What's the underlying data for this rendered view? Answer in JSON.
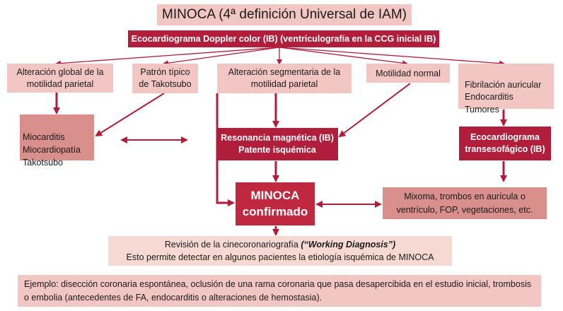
{
  "title": "MINOCA (4ª definición Universal de IAM)",
  "header_box": "Ecocardiograma Doppler color (IB) (ventriculografía en la CCG inicial IB)",
  "row1": [
    {
      "text": "Alteración global de la\nmotilidad parietal"
    },
    {
      "text": "Patrón típico\nde Takotsubo"
    },
    {
      "text": "Alteración segmentaria de la\nmotilidad parietal"
    },
    {
      "text": "Motilidad normal"
    },
    {
      "text": "Fibrilación auricular\nEndocarditis\nTumores"
    }
  ],
  "miocarditis_box": "Miocarditis\nMiocardiopatía\nTakotsubo",
  "resonancia_box": "Resonancia magnética (IB)\nPatente isquémica",
  "eco_te_box": "Ecocardiograma\ntransesofágico (IB)",
  "minoca_box": "MINOCA\nconfirmado",
  "mixoma_box": "Mixoma, trombos en aurícula o\nventrículo, FOP, vegetaciones, etc.",
  "revision": {
    "line1_prefix": "Revisión de la cinecoronariografía ",
    "line1_italic": "(“Working Diagnosis”)",
    "line2": "Esto permite detectar en algunos pacientes la etiología isquémica de MINOCA"
  },
  "ejemplo": "Ejemplo: disección coronaria espontánea, oclusión de una rama coronaria que pasa desapercibida en el estudio inicial, trombosis o embolia (antecedentes de FA, endocarditis o alteraciones de hemostasia).",
  "colors": {
    "dark": "#b01e3c",
    "pink": "#f2c7c3",
    "salmon": "#d9908c"
  }
}
